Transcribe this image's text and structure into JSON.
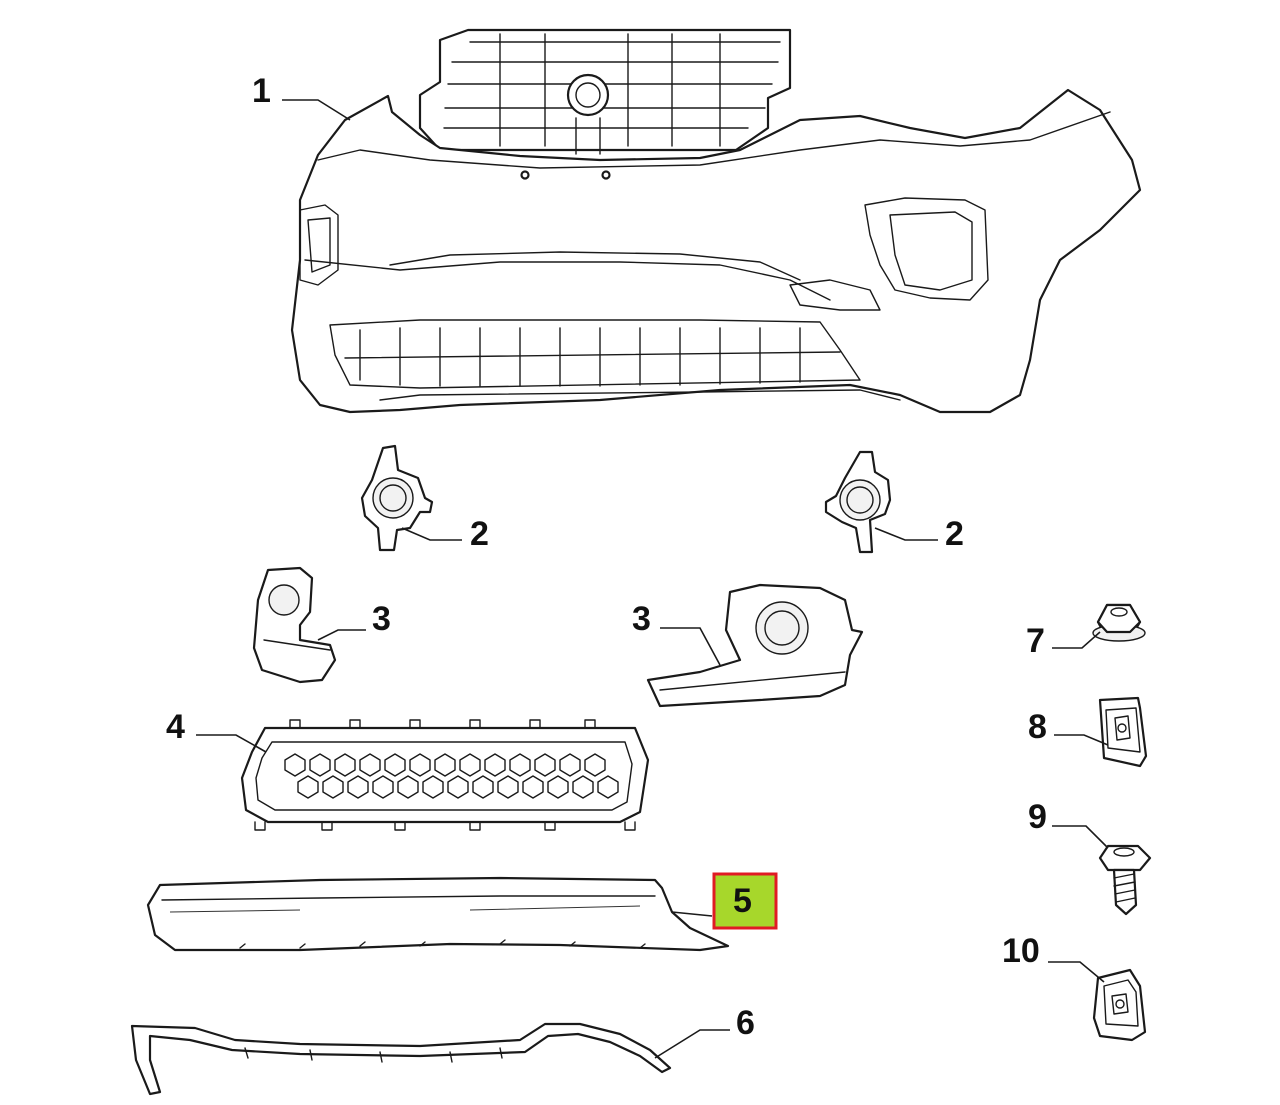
{
  "callouts": {
    "c1": "1",
    "c2a": "2",
    "c2b": "2",
    "c3a": "3",
    "c3b": "3",
    "c4": "4",
    "c5": "5",
    "c6": "6",
    "c7": "7",
    "c8": "8",
    "c9": "9",
    "c10": "10"
  },
  "highlight": {
    "selected_callout": "5",
    "fill_color": "#a7d72b",
    "border_color": "#e01b24"
  }
}
